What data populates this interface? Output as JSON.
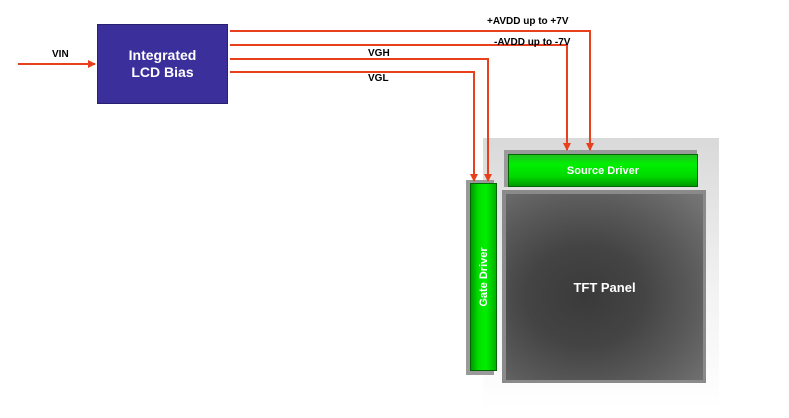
{
  "bias_block": {
    "label": "Integrated\nLCD Bias",
    "color": "#3b2f9b"
  },
  "signals": {
    "vin": "VIN",
    "avdd_pos": "+AVDD up to +7V",
    "avdd_neg": "-AVDD up to -7V",
    "vgh": "VGH",
    "vgl": "VGL"
  },
  "blocks": {
    "source_driver": "Source Driver",
    "gate_driver": "Gate Driver",
    "tft_panel": "TFT Panel"
  },
  "colors": {
    "wire": "#e8401c",
    "driver": "#00e000",
    "panel": "#444444"
  }
}
